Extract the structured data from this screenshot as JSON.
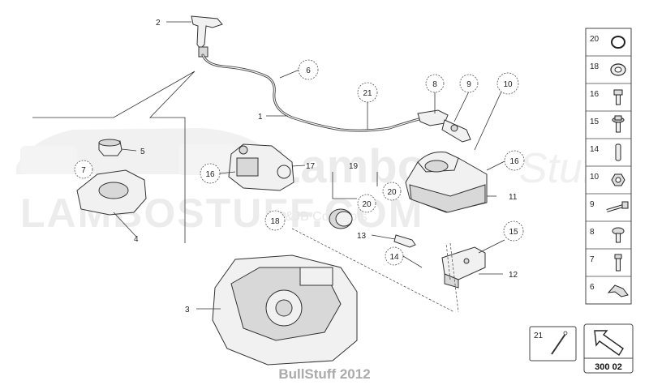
{
  "watermark": {
    "brand_main": "Lambo",
    "brand_script": "Stuff",
    "brand_big": "LAMBOSTUFF.COM",
    "brand_sub": "BS&JB Concepts"
  },
  "footer": {
    "text": "BullStuff 2012"
  },
  "diagram_labels": {
    "p1": "1",
    "p2": "2",
    "p3": "3",
    "p4": "4",
    "p5": "5",
    "p6": "6",
    "p7": "7",
    "p8": "8",
    "p9": "9",
    "p10": "10",
    "p11": "11",
    "p12": "12",
    "p13": "13",
    "p14": "14",
    "p15a": "15",
    "p16a": "16",
    "p16b": "16",
    "p17": "17",
    "p18": "18",
    "p19": "19",
    "p20a": "20",
    "p20b": "20",
    "p21": "21"
  },
  "side_panel": [
    {
      "num": "20",
      "icon": "o-ring-icon"
    },
    {
      "num": "18",
      "icon": "washer-icon"
    },
    {
      "num": "16",
      "icon": "short-bolt-icon"
    },
    {
      "num": "15",
      "icon": "flange-bolt-icon"
    },
    {
      "num": "14",
      "icon": "pin-icon"
    },
    {
      "num": "10",
      "icon": "hex-nut-icon"
    },
    {
      "num": "9",
      "icon": "long-bolt-icon"
    },
    {
      "num": "8",
      "icon": "round-head-bolt-icon"
    },
    {
      "num": "7",
      "icon": "stud-bolt-icon"
    },
    {
      "num": "6",
      "icon": "clip-icon"
    }
  ],
  "bottom_boxes": {
    "ref_num": "21",
    "page_code": "300 02"
  }
}
